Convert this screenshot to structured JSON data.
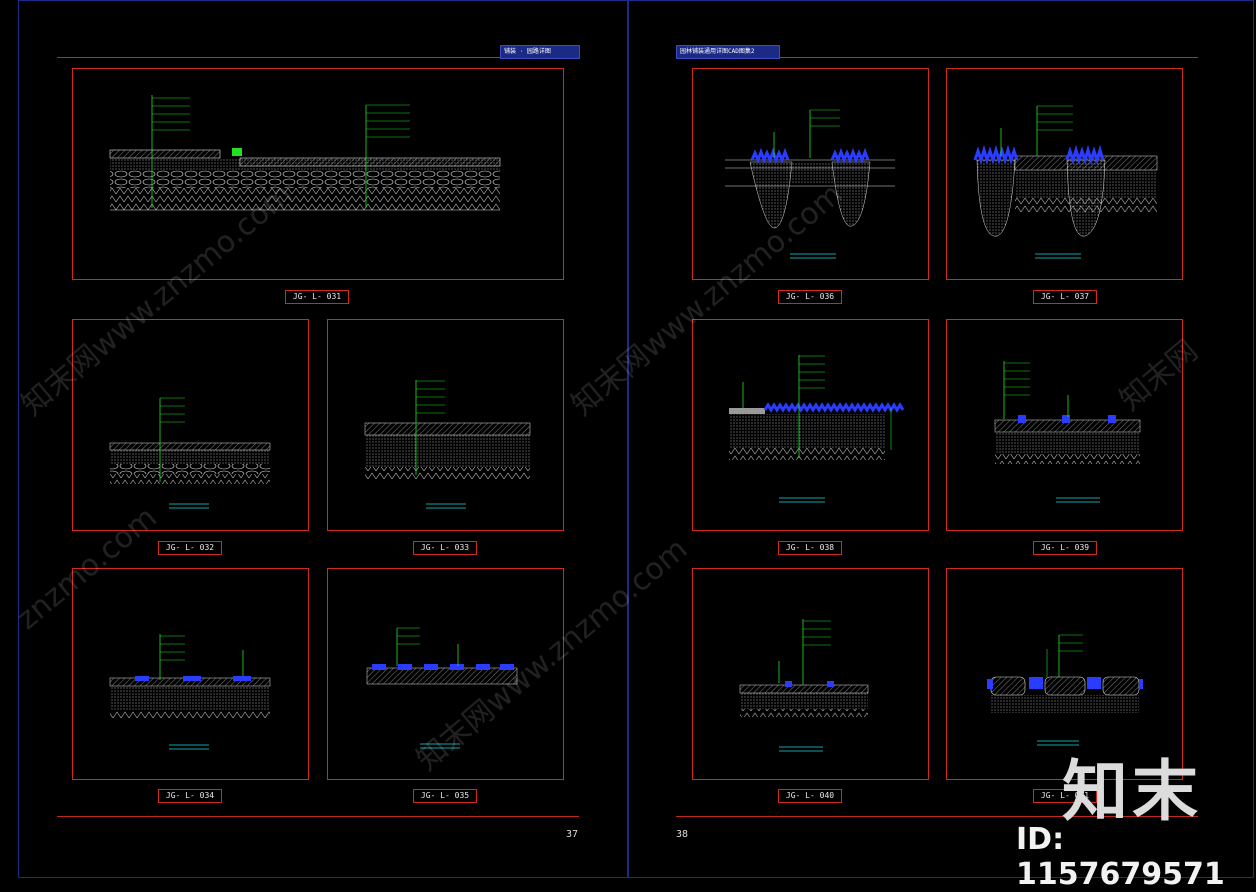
{
  "left_page": {
    "tab": "铺装 · 园路详图",
    "page_number": "37",
    "labels": [
      "JG- L- 031",
      "JG- L- 032",
      "JG- L- 033",
      "JG- L- 034",
      "JG- L- 035"
    ]
  },
  "right_page": {
    "tab": "园林铺装通用详图CAD图集2",
    "page_number": "38",
    "labels": [
      "JG- L- 036",
      "JG- L- 037",
      "JG- L- 038",
      "JG- L- 039",
      "JG- L- 040",
      "JG- L- 041"
    ]
  },
  "watermarks": [
    "知末网www.znzmo.com",
    "知末网www.znzmo.com",
    "知末网www.znzmo.com",
    "znzmo.com",
    "知末网"
  ],
  "brand": "知末",
  "id_text": "ID: 1157679571",
  "colors": {
    "frame_red": "#d02a1f",
    "leader_green": "#22e022",
    "dim_cyan": "#22d6e0",
    "grass_blue": "#2a3cff",
    "page_blue": "#1c2a8a"
  }
}
